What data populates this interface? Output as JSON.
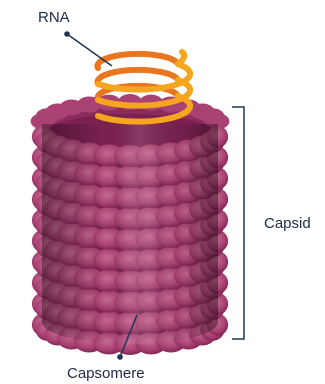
{
  "labels": {
    "rna": "RNA",
    "capsid": "Capsid",
    "capsomere": "Capsomere"
  },
  "structure": {
    "capsomere_rings": 10
  },
  "colors": {
    "capsomere_light": "#c76a92",
    "capsomere_mid": "#a94272",
    "capsomere_dark": "#7a2150",
    "rna_front": "#f6a51f",
    "rna_back": "#e9761e",
    "line": "#1e3557",
    "text": "#1f2a44"
  }
}
